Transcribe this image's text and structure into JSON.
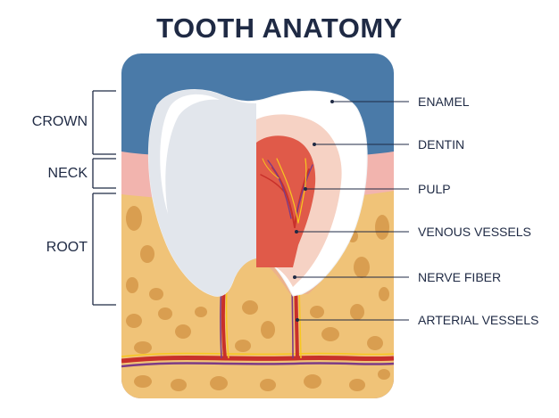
{
  "title": "TOOTH ANATOMY",
  "regions": [
    "CROWN",
    "NECK",
    "ROOT"
  ],
  "parts": [
    "ENAMEL",
    "DENTIN",
    "PULP",
    "VENOUS VESSELS",
    "NERVE FIBER",
    "ARTERIAL VESSELS"
  ],
  "colors": {
    "background_blue": "#4a7aa8",
    "gum": "#f2b4ae",
    "bone": "#f0c378",
    "bone_spot": "#d99e50",
    "enamel_shadow": "#dfe4ea",
    "enamel": "#ffffff",
    "dentin": "#f6d2c4",
    "pulp": "#e05a49",
    "vein": "#7c3b86",
    "nerve": "#f7c71f",
    "artery": "#c8302a",
    "text": "#1f2a44"
  }
}
